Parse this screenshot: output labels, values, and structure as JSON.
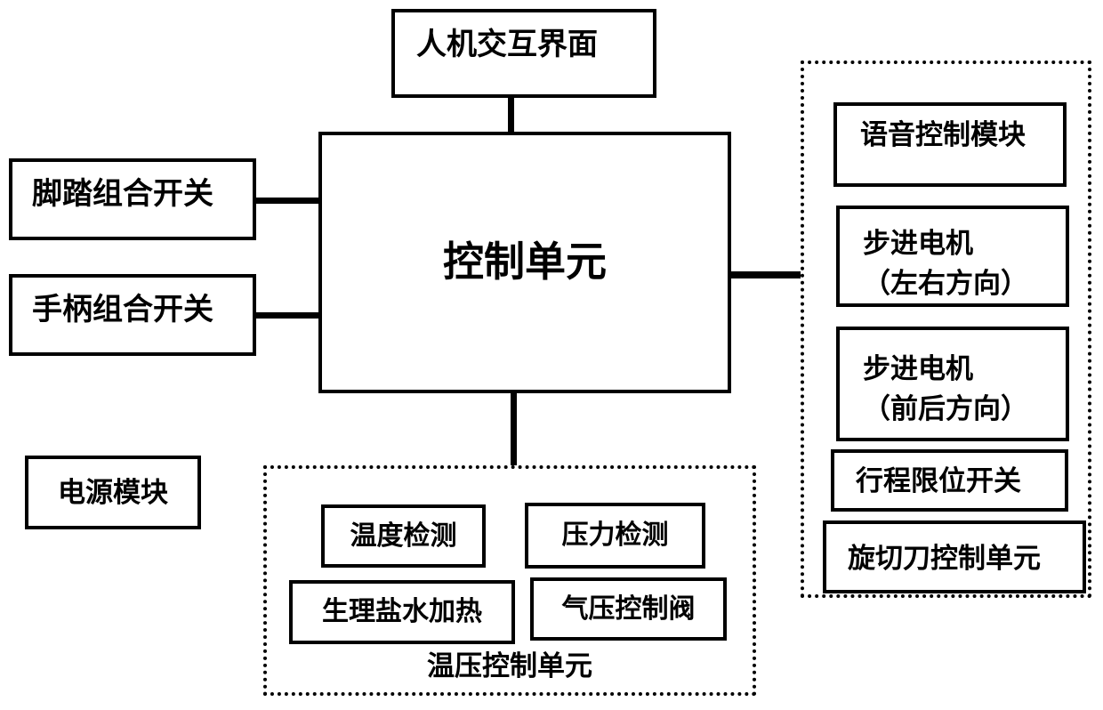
{
  "diagram": {
    "background": "#ffffff",
    "line_color": "#000000",
    "nodes": {
      "hmi": {
        "label": "人机交互界面"
      },
      "foot_switch": {
        "label": "脚踏组合开关"
      },
      "handle_switch": {
        "label": "手柄组合开关"
      },
      "control_unit": {
        "label": "控制单元"
      },
      "power_module": {
        "label": "电源模块"
      },
      "temperature_detect": {
        "label": "温度检测"
      },
      "pressure_detect": {
        "label": "压力检测"
      },
      "saline_heater": {
        "label": "生理盐水加热"
      },
      "pneumatic_valve": {
        "label": "气压控制阀"
      },
      "temp_pressure_group_caption": {
        "label": "温压控制单元"
      },
      "voice_module": {
        "label": "语音控制模块"
      },
      "stepper_lr": {
        "line1": "步进电机",
        "line2": "（左右方向）"
      },
      "stepper_fb": {
        "line1": "步进电机",
        "line2": "（前后方向）"
      },
      "travel_limit_switch": {
        "label": "行程限位开关"
      },
      "rotary_cutter_unit": {
        "label": "旋切刀控制单元"
      }
    },
    "connections": [
      {
        "from": "hmi",
        "to": "control_unit"
      },
      {
        "from": "foot_switch",
        "to": "control_unit"
      },
      {
        "from": "handle_switch",
        "to": "control_unit"
      },
      {
        "from": "control_unit",
        "to": "right_actuator_group"
      },
      {
        "from": "control_unit",
        "to": "temp_pressure_group"
      }
    ]
  }
}
